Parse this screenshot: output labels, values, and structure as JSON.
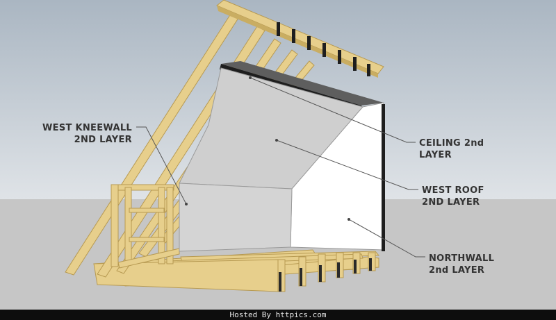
{
  "labels": {
    "west_kneewall": [
      "WEST KNEEWALL",
      "2ND LAYER"
    ],
    "ceiling": [
      "CEILING 2nd",
      "LAYER"
    ],
    "west_roof": [
      "WEST ROOF",
      "2ND LAYER"
    ],
    "northwall": [
      "NORTHWALL",
      "2nd LAYER"
    ]
  },
  "footer": {
    "text": "Hosted By httpics.com"
  },
  "colors": {
    "sky_top": "#aab6c2",
    "sky_bottom": "#dfe3e7",
    "ground": "#c6c6c6",
    "lumber": "#e7cf8c",
    "lumber_edge": "#b79a52",
    "drywall_gray": "#d2d2d2",
    "drywall_white": "#ffffff",
    "label_text": "#333333"
  }
}
